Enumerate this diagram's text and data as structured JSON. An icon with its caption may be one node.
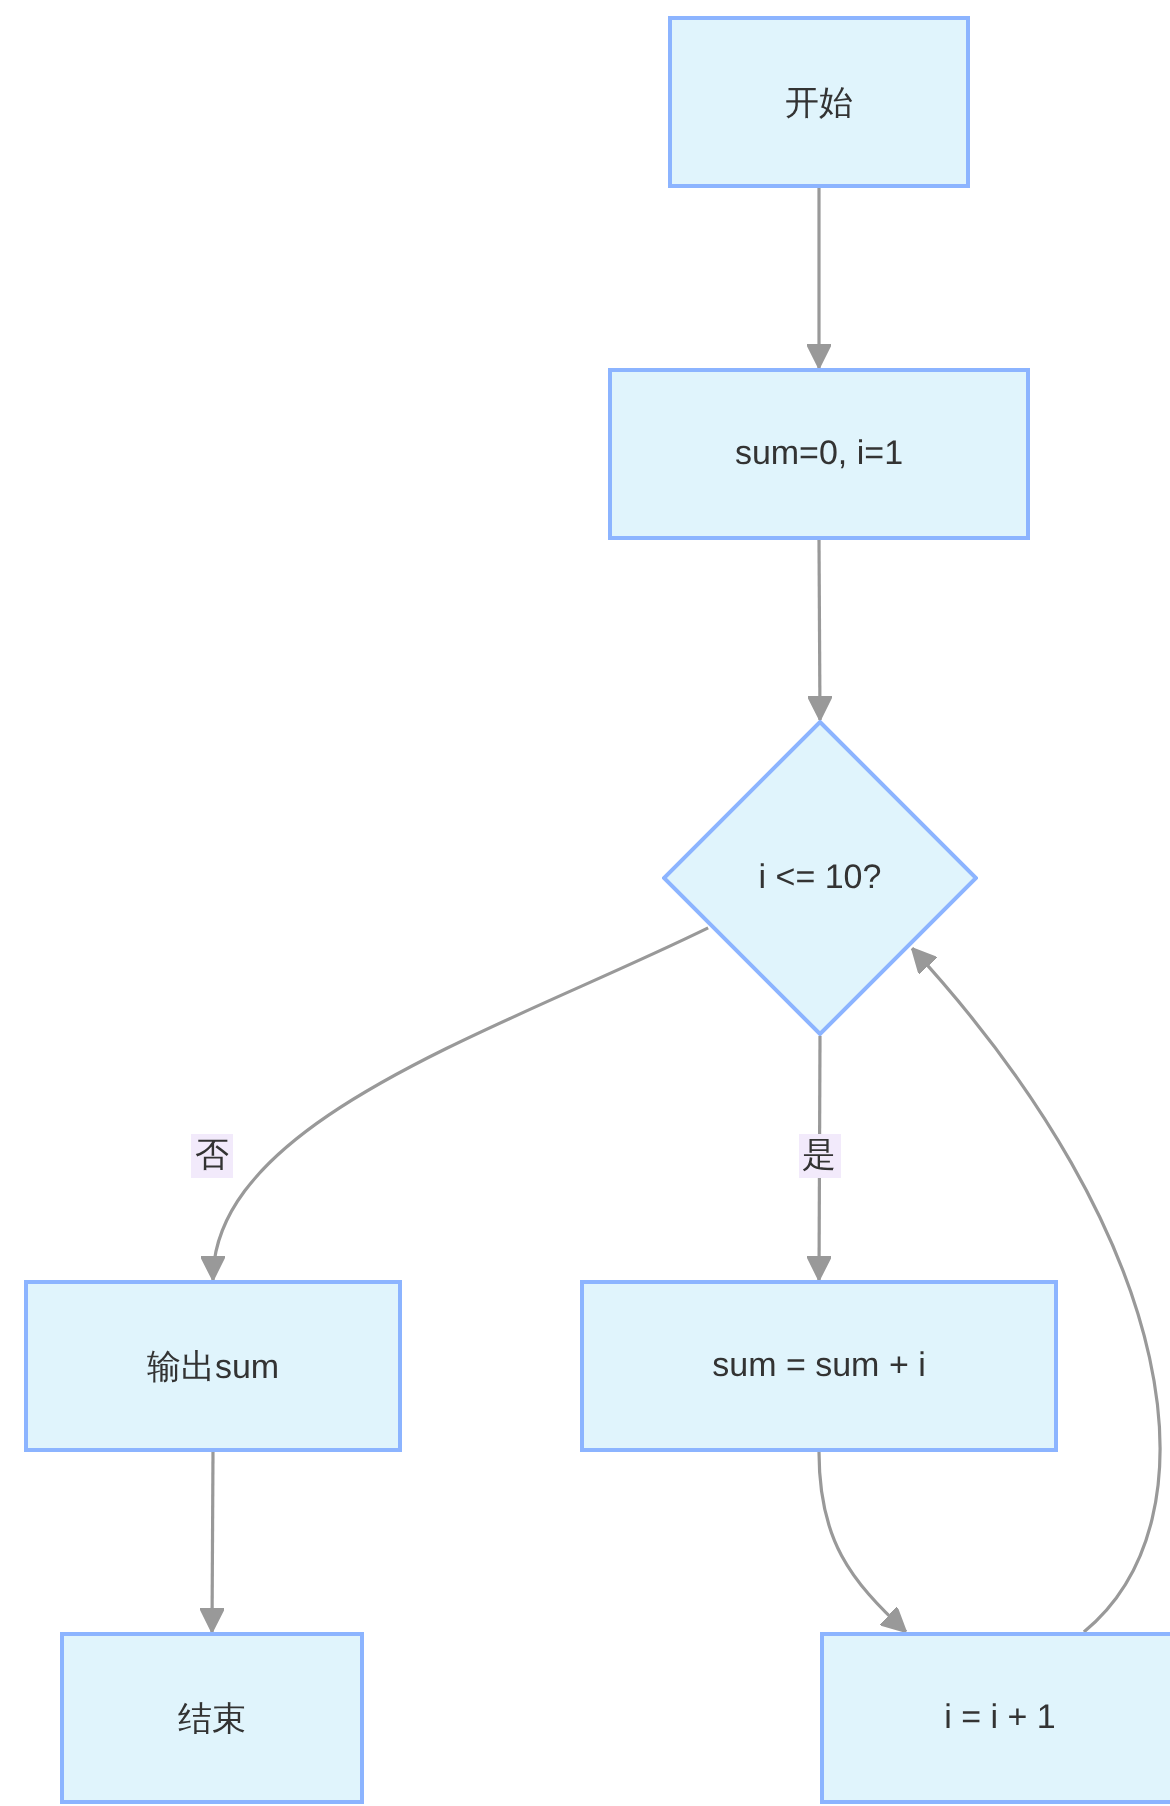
{
  "diagram": {
    "nodes": [
      {
        "text": [
          "开始"
        ]
      },
      {
        "text": [
          "sum=0, i=1"
        ]
      },
      {
        "text": [
          "i <= 10?"
        ]
      },
      {
        "text": [
          "输出sum"
        ]
      },
      {
        "text": [
          "sum = sum + i"
        ]
      },
      {
        "text": [
          "结束"
        ]
      },
      {
        "text": [
          "i = i + 1"
        ]
      }
    ],
    "edges": [
      {
        "from": 0,
        "to": 1,
        "arrow": "to"
      },
      {
        "from": 1,
        "to": 2,
        "arrow": "to"
      },
      {
        "from": 2,
        "to": 3,
        "arrow": "to",
        "label": "否"
      },
      {
        "from": 2,
        "to": 4,
        "arrow": "to",
        "label": "是"
      },
      {
        "from": 3,
        "to": 5,
        "arrow": "to"
      },
      {
        "from": 4,
        "to": 6,
        "arrow": "to"
      },
      {
        "from": 6,
        "to": 2,
        "arrow": "to"
      }
    ]
  }
}
